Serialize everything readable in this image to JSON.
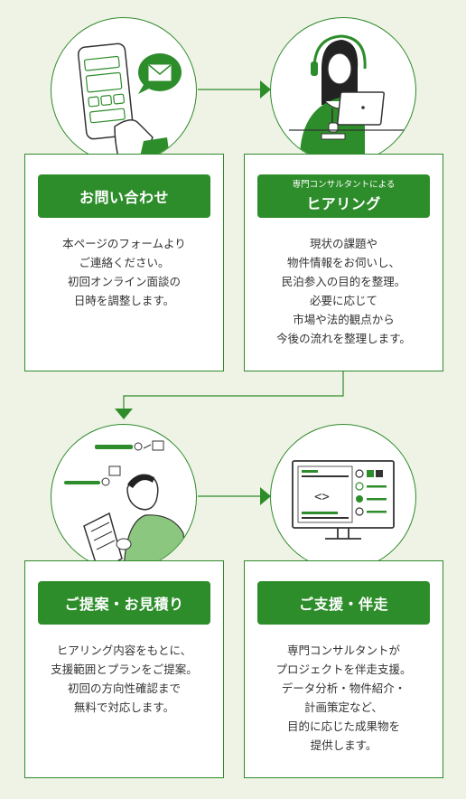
{
  "steps": [
    {
      "title": "お問い合わせ",
      "subtitle": "",
      "lines": [
        "本ページのフォームより",
        "ご連絡ください。",
        "初回オンライン面談の",
        "日時を調整します。"
      ]
    },
    {
      "title": "ヒアリング",
      "subtitle": "専門コンサルタントによる",
      "lines": [
        "現状の課題や",
        "物件情報をお伺いし、",
        "民泊参入の目的を整理。",
        "必要に応じて",
        "市場や法的観点から",
        "今後の流れを整理します。"
      ]
    },
    {
      "title": "ご提案・お見積り",
      "subtitle": "",
      "lines": [
        "ヒアリング内容をもとに、",
        "支援範囲とプランをご提案。",
        "初回の方向性確認まで",
        "無料で対応します。"
      ]
    },
    {
      "title": "ご支援・伴走",
      "subtitle": "",
      "lines": [
        "専門コンサルタントが",
        "プロジェクトを伴走支援。",
        "データ分析・物件紹介・",
        "計画策定など、",
        "目的に応じた成果物を",
        "提供します。"
      ]
    }
  ],
  "colors": {
    "accent": "#2e8d2b",
    "background": "#eef3e5",
    "text": "#333333",
    "line": "#2f8a2a"
  },
  "icons": [
    "smartphone-mail-icon",
    "consultant-headset-laptop-icon",
    "proposal-document-icon",
    "monitor-dashboard-icon",
    "arrow-right-icon",
    "arrow-down-icon"
  ]
}
